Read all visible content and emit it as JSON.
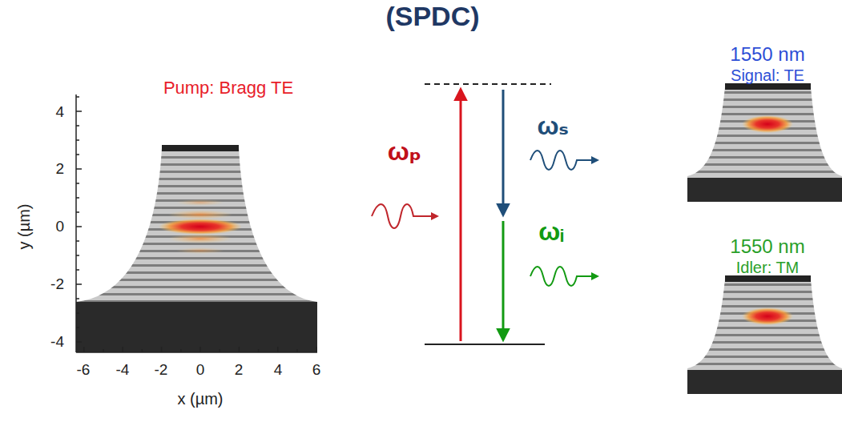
{
  "diagram": {
    "title": "(SPDC)",
    "labels": [
      "Pump: Bragg TE",
      "4",
      "2",
      "0",
      "-2",
      "-4",
      "-6",
      "-4",
      "-2",
      "0",
      "2",
      "4",
      "6",
      "y (µm)",
      "x (µm)",
      "ωₚ",
      "ωₛ",
      "ωᵢ",
      "1550 nm",
      "Signal: TE",
      "1550 nm",
      "Idler: TM"
    ]
  }
}
